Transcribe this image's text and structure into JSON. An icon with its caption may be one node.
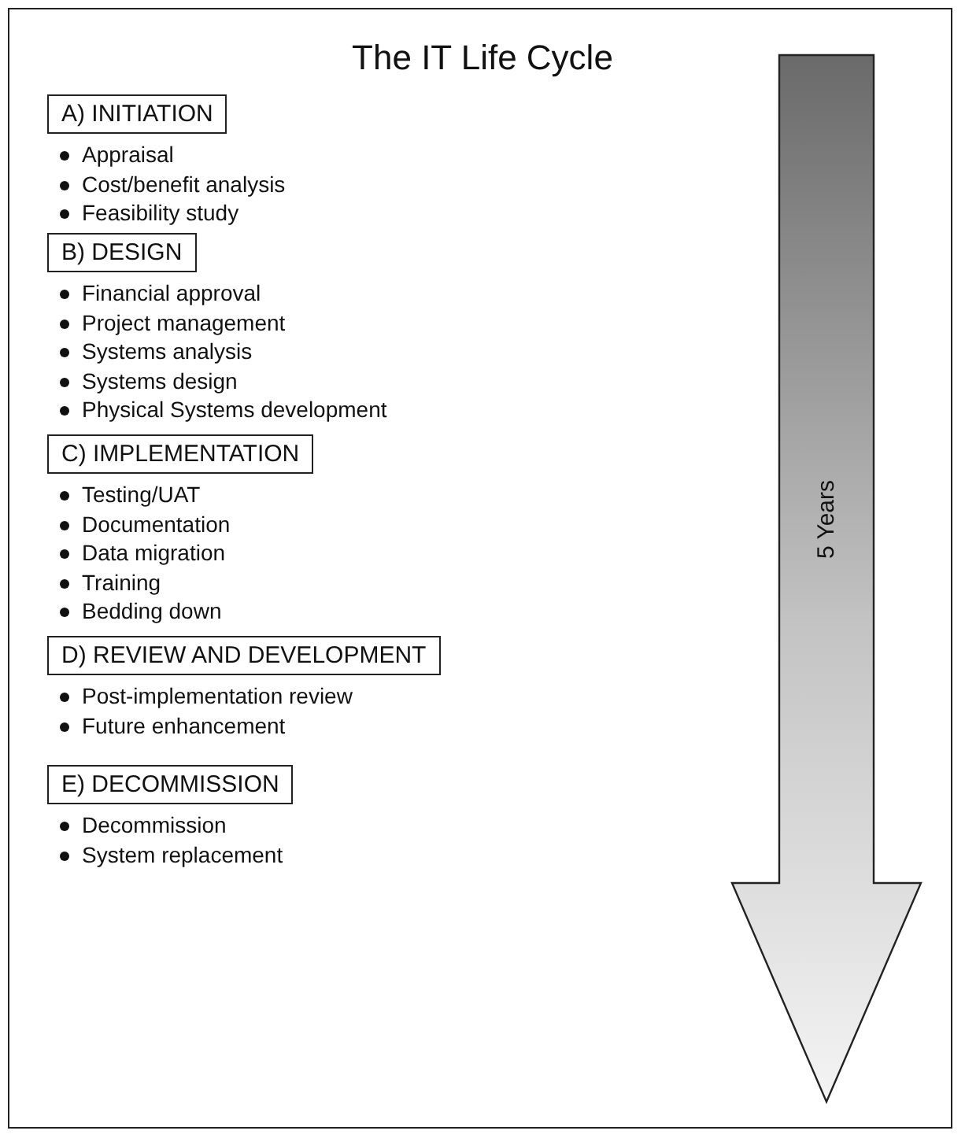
{
  "diagram": {
    "title": "The IT Life Cycle",
    "nodes": [
      {
        "text": [
          "A) INITIATION"
        ],
        "beside": [
          "Appraisal",
          "Cost/benefit analysis",
          "Feasibility study"
        ]
      },
      {
        "text": [
          "B) DESIGN"
        ],
        "beside": [
          "Financial approval",
          "Project management",
          "Systems analysis",
          "Systems design",
          "Physical Systems development"
        ]
      },
      {
        "text": [
          "C) IMPLEMENTATION"
        ],
        "beside": [
          "Testing/UAT",
          "Documentation",
          "Data migration",
          "Training",
          "Bedding down"
        ]
      },
      {
        "text": [
          "D) REVIEW AND DEVELOPMENT"
        ],
        "beside": [
          "Post-implementation review",
          "Future enhancement"
        ]
      },
      {
        "text": [
          "E) DECOMMISSION"
        ],
        "beside": [
          "Decommission",
          "System replacement"
        ]
      },
      {
        "text": [
          "5 Years"
        ]
      }
    ]
  }
}
